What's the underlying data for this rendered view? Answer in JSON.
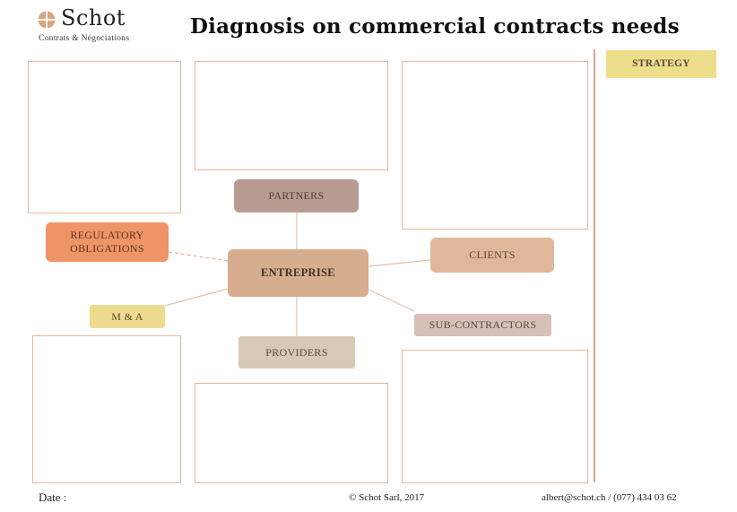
{
  "header": {
    "brand_name": "Schot",
    "brand_tagline": "Contrats & Négociations",
    "title": "Diagnosis on commercial contracts needs"
  },
  "strategy_label": "STRATEGY",
  "nodes": {
    "center": "ENTREPRISE",
    "partners": "PARTNERS",
    "clients": "CLIENTS",
    "regulatory_line1": "REGULATORY",
    "regulatory_line2": "OBLIGATIONS",
    "ma": "M & A",
    "subcontractors": "SUB-CONTRACTORS",
    "providers": "PROVIDERS"
  },
  "colors": {
    "frame_border": "#e8b89a",
    "partners": "#b89c92",
    "clients": "#e1b79b",
    "regulatory": "#ef9466",
    "ma": "#eedc8e",
    "subcontractors": "#d8c0b8",
    "providers": "#d8c9b6",
    "center": "#d6ad8f",
    "strategy": "#eedd8b"
  },
  "footer": {
    "date_label": "Date :",
    "copyright": "© Schot Sarl, 2017",
    "contact": "albert@schot.ch / (077) 434 03 62"
  }
}
